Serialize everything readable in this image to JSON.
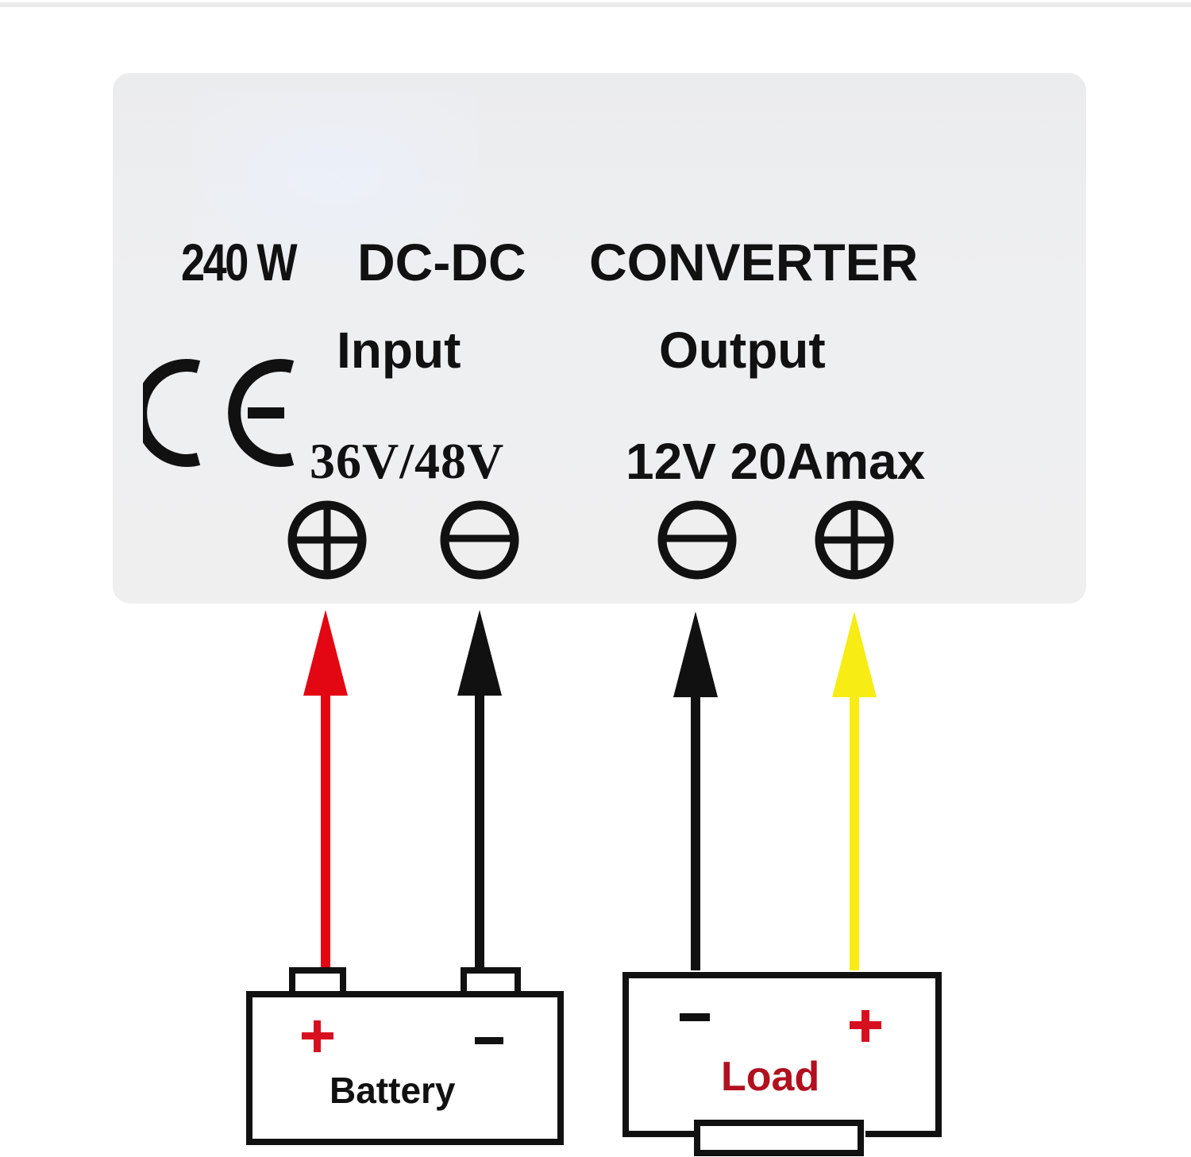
{
  "converter": {
    "title_power": "240 W",
    "title_type": "DC-DC",
    "title_word": "CONVERTER",
    "certification_mark": "CE",
    "input": {
      "label": "Input",
      "voltage": "36V/48V",
      "terminals": [
        {
          "polarity": "positive",
          "icon": "plus-circle-icon"
        },
        {
          "polarity": "negative",
          "icon": "minus-circle-icon"
        }
      ]
    },
    "output": {
      "label": "Output",
      "rating": "12V 20Amax",
      "terminals": [
        {
          "polarity": "negative",
          "icon": "minus-circle-icon"
        },
        {
          "polarity": "positive",
          "icon": "plus-circle-icon"
        }
      ]
    }
  },
  "wires": [
    {
      "from": "battery-positive",
      "to": "input-positive",
      "color": "#e30613"
    },
    {
      "from": "battery-negative",
      "to": "input-negative",
      "color": "#111111"
    },
    {
      "from": "load-negative",
      "to": "output-negative",
      "color": "#111111"
    },
    {
      "from": "load-positive",
      "to": "output-positive",
      "color": "#f7ec13"
    }
  ],
  "battery": {
    "label": "Battery",
    "plus_sign": "+",
    "minus_sign": "−",
    "plus_color": "#d7101f"
  },
  "load": {
    "label": "Load",
    "plus_sign": "+",
    "minus_sign": "−",
    "label_color": "#b1101f",
    "plus_color": "#d7101f"
  }
}
